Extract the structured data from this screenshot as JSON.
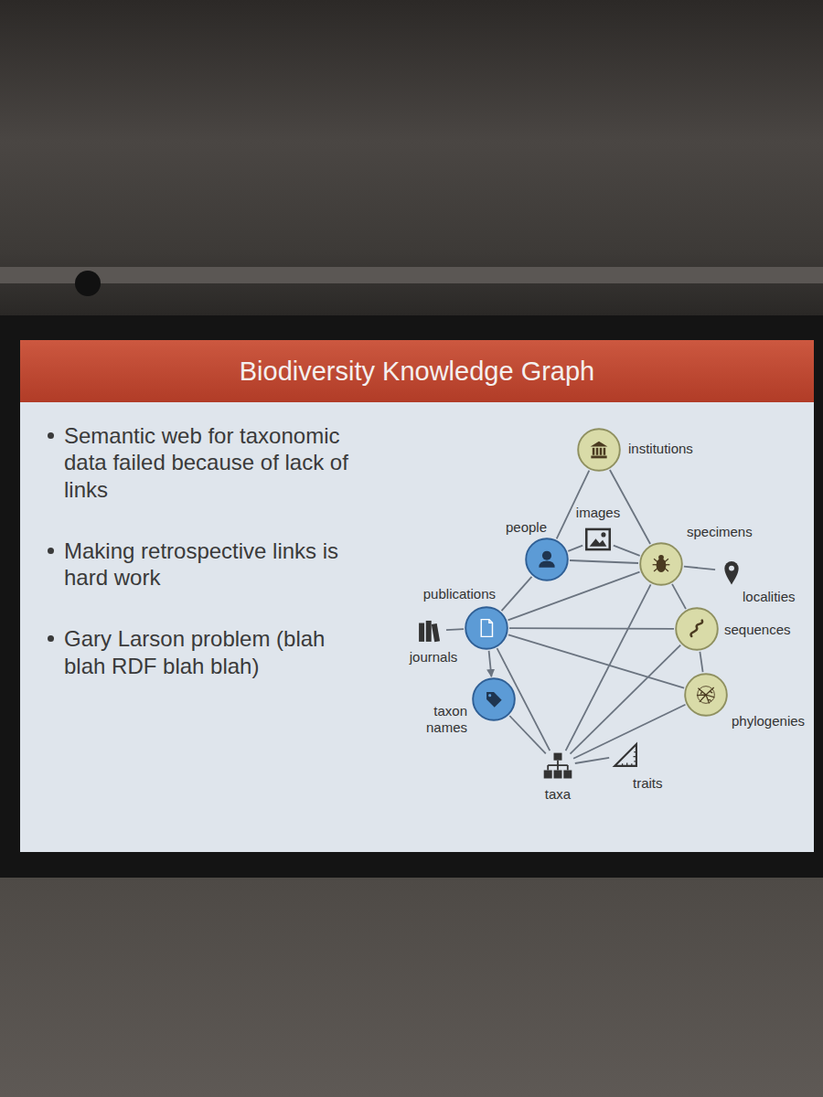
{
  "diagram": {
    "title": "Biodiversity Knowledge Graph",
    "nodes": [
      {
        "text": [
          "institutions"
        ]
      },
      {
        "text": [
          "images"
        ]
      },
      {
        "text": [
          "people"
        ]
      },
      {
        "text": [
          "specimens"
        ]
      },
      {
        "text": [
          "localities"
        ]
      },
      {
        "text": [
          "publications"
        ]
      },
      {
        "text": [
          "journals"
        ]
      },
      {
        "text": [
          "sequences"
        ]
      },
      {
        "text": [
          "taxon names"
        ]
      },
      {
        "text": [
          "phylogenies"
        ]
      },
      {
        "text": [
          "taxa"
        ]
      },
      {
        "text": [
          "traits"
        ]
      }
    ],
    "edges": [
      {
        "from": 0,
        "to": 2,
        "arrow": "none"
      },
      {
        "from": 0,
        "to": 3,
        "arrow": "none"
      },
      {
        "from": 1,
        "to": 2,
        "arrow": "none"
      },
      {
        "from": 1,
        "to": 3,
        "arrow": "none"
      },
      {
        "from": 2,
        "to": 3,
        "arrow": "none"
      },
      {
        "from": 2,
        "to": 5,
        "arrow": "none"
      },
      {
        "from": 5,
        "to": 3,
        "arrow": "none"
      },
      {
        "from": 5,
        "to": 6,
        "arrow": "none"
      },
      {
        "from": 5,
        "to": 7,
        "arrow": "none"
      },
      {
        "from": 5,
        "to": 9,
        "arrow": "none"
      },
      {
        "from": 5,
        "to": 8,
        "arrow": "to"
      },
      {
        "from": 3,
        "to": 4,
        "arrow": "none"
      },
      {
        "from": 3,
        "to": 7,
        "arrow": "none"
      },
      {
        "from": 3,
        "to": 10,
        "arrow": "none"
      },
      {
        "from": 7,
        "to": 9,
        "arrow": "none"
      },
      {
        "from": 7,
        "to": 10,
        "arrow": "none"
      },
      {
        "from": 9,
        "to": 10,
        "arrow": "none"
      },
      {
        "from": 8,
        "to": 10,
        "arrow": "none"
      },
      {
        "from": 10,
        "to": 11,
        "arrow": "none"
      },
      {
        "from": 5,
        "to": 10,
        "arrow": "none"
      }
    ],
    "labels": [
      "Semantic web for taxonomic data failed because of lack of links",
      "Making retrospective links is hard work",
      "Gary Larson problem (blah blah RDF blah blah)"
    ]
  }
}
